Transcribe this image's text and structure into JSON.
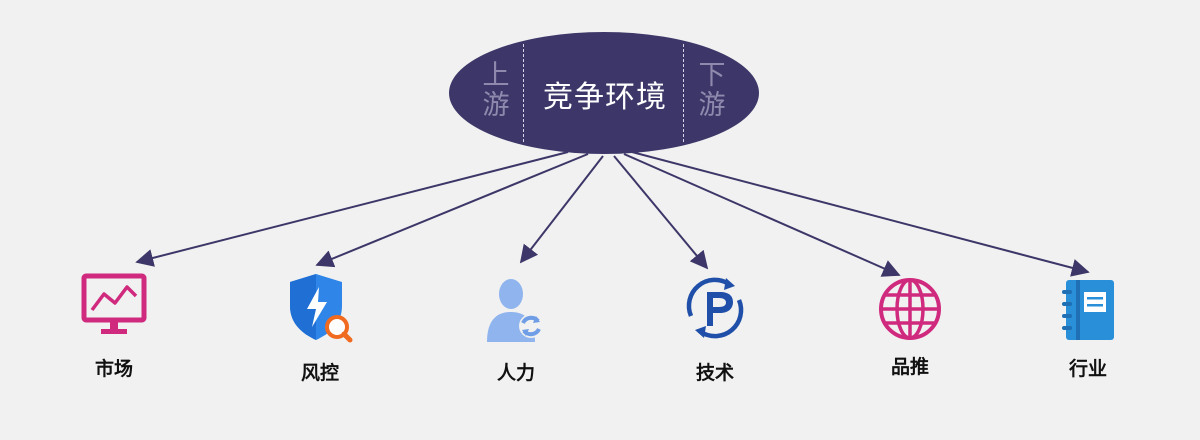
{
  "center": {
    "title": "竞争环境",
    "left_text": "上\n游",
    "right_text": "下\n游"
  },
  "nodes": [
    {
      "label": "市场",
      "icon": "monitor-chart-icon",
      "color": "#d02a7e"
    },
    {
      "label": "风控",
      "icon": "shield-search-icon",
      "color": "#2f86e8"
    },
    {
      "label": "人力",
      "icon": "person-sync-icon",
      "color": "#8fb4ee"
    },
    {
      "label": "技术",
      "icon": "parking-cycle-icon",
      "color": "#1f4fa8"
    },
    {
      "label": "品推",
      "icon": "globe-icon",
      "color": "#d02a7e"
    },
    {
      "label": "行业",
      "icon": "notebook-icon",
      "color": "#2a8fd9"
    }
  ],
  "colors": {
    "background": "#f1f1f1",
    "ellipse": "#3c3768",
    "arrow": "#3c3768"
  }
}
